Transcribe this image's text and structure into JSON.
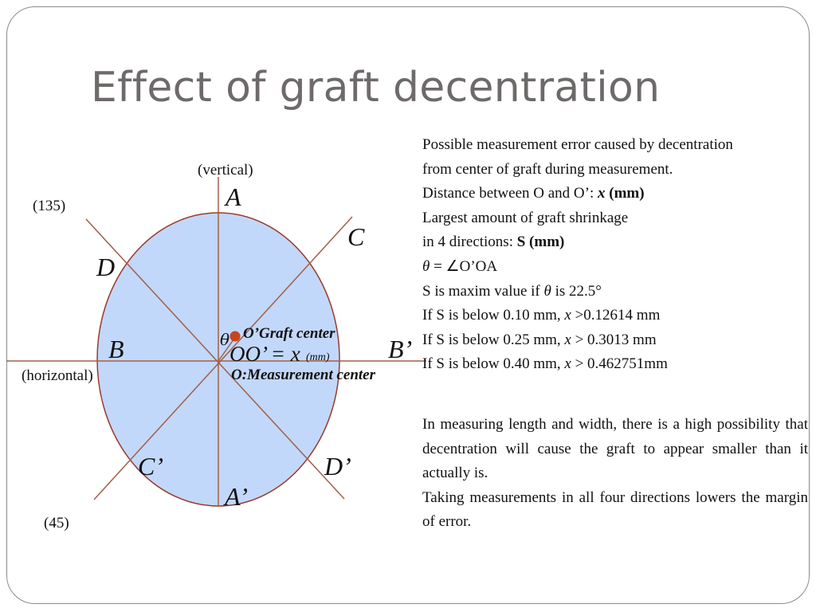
{
  "slide": {
    "title": "Effect of graft decentration"
  },
  "diagram": {
    "axis_labels": {
      "vertical": "(vertical)",
      "horizontal": "(horizontal)",
      "diag_135": "(135)",
      "diag_45": "(45)"
    },
    "points": {
      "A": "A",
      "A_prime": "A’",
      "B": "B",
      "B_prime": "B’",
      "C": "C",
      "C_prime": "C’",
      "D": "D",
      "D_prime": "D’"
    },
    "theta": "θ",
    "graft_center_label": "O’Graft center",
    "offset_main": "OO’ = x",
    "offset_unit": "(mm)",
    "measurement_center_label": "O:Measurement center",
    "colors": {
      "circle_fill": "#c2d8fa",
      "circle_stroke": "#9a3a2a",
      "lines": "#a0604a",
      "dot": "#c8461e"
    }
  },
  "notes": {
    "line1": "Possible measurement error caused by decentration",
    "line2": "from center of graft during measurement.",
    "line3_prefix": "Distance between O and O’: ",
    "line3_var": "x",
    "line3_unit": " (mm)",
    "line4": "Largest amount of graft shrinkage",
    "line5_prefix": "in 4 directions: ",
    "line5_bold": "S (mm)",
    "line6_theta": "θ",
    "line6_rest": " = ∠O’OA",
    "line7_a": "S is maxim value if ",
    "line7_theta": "θ",
    "line7_b": " is 22.5°",
    "line8_a": "If S is below 0.10 mm, ",
    "line8_x": "x",
    "line8_b": " >0.12614 mm",
    "line9_a": "If S is below 0.25 mm, ",
    "line9_x": "x",
    "line9_b": " > 0.3013 mm",
    "line10_a": "If S is below 0.40 mm, ",
    "line10_x": "x",
    "line10_b": " > 0.462751mm",
    "para1": "In measuring length and width, there is a high possibility that decentration will cause the graft to appear smaller than it actually is.",
    "para2": "Taking measurements in all four directions lowers the margin of error."
  }
}
